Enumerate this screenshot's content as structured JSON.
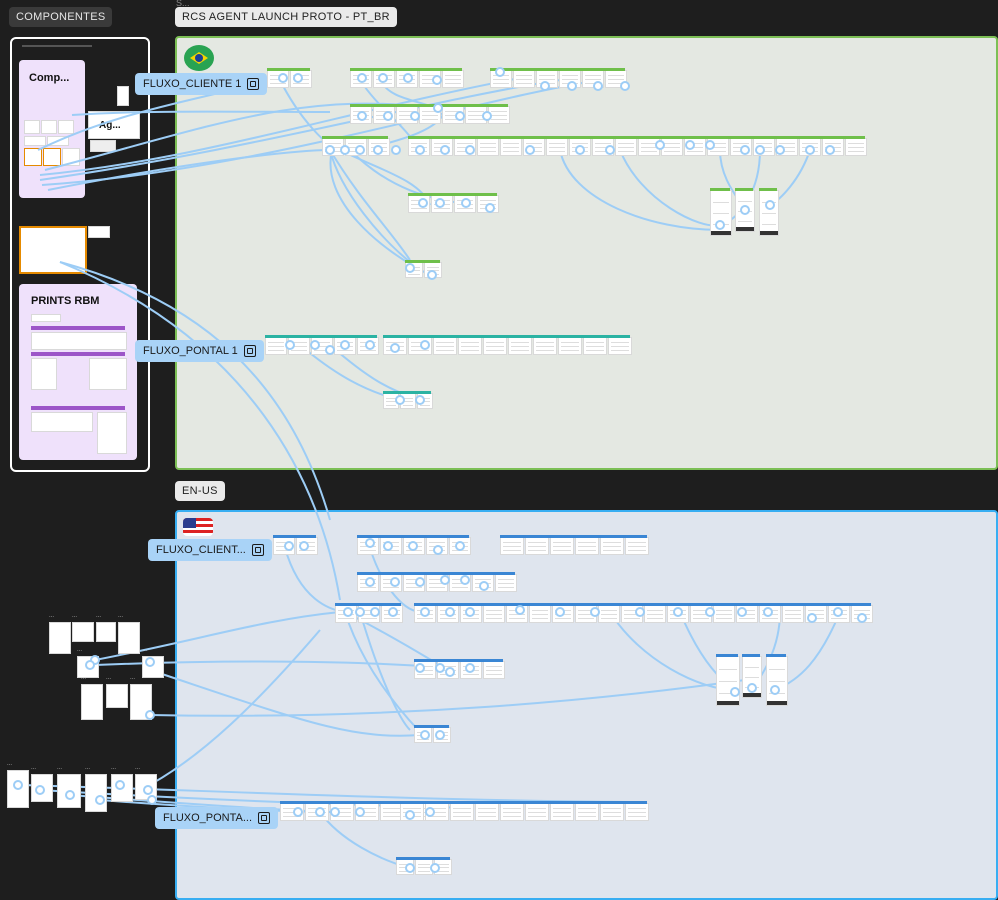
{
  "labels": {
    "componentes": "COMPONENTES",
    "pt_br_section": "RCS AGENT LAUNCH PROTO - PT_BR",
    "en_us_section": "EN-US",
    "prints_rbm": "PRINTS RBM",
    "comp_card": "Comp...",
    "agent_card": "Ag...",
    "top_cut": "S..."
  },
  "flows": {
    "pt_cliente": "FLUXO_CLIENTE 1",
    "pt_pontal": "FLUXO_PONTAL 1",
    "en_cliente": "FLUXO_CLIENT...",
    "en_pontal": "FLUXO_PONTA..."
  },
  "icons": {
    "flow_icon": "prototype-flow-icon",
    "flag_br": "brazil-flag-icon",
    "flag_us": "usa-flag-icon"
  },
  "ellipsis": "...",
  "colors": {
    "canvas": "#1e1e1e",
    "pt_section_bg": "#e4e8e2",
    "pt_section_border": "#7cbf55",
    "en_section_bg": "#dfe5ee",
    "en_section_border": "#38aef2",
    "connector": "#9dcdf6",
    "flow_tag": "#a9d3f7",
    "green_bar": "#6fbf4a",
    "blue_bar": "#3a86d4",
    "teal_bar": "#2bb3a3",
    "orange_frame": "#e58a00"
  }
}
